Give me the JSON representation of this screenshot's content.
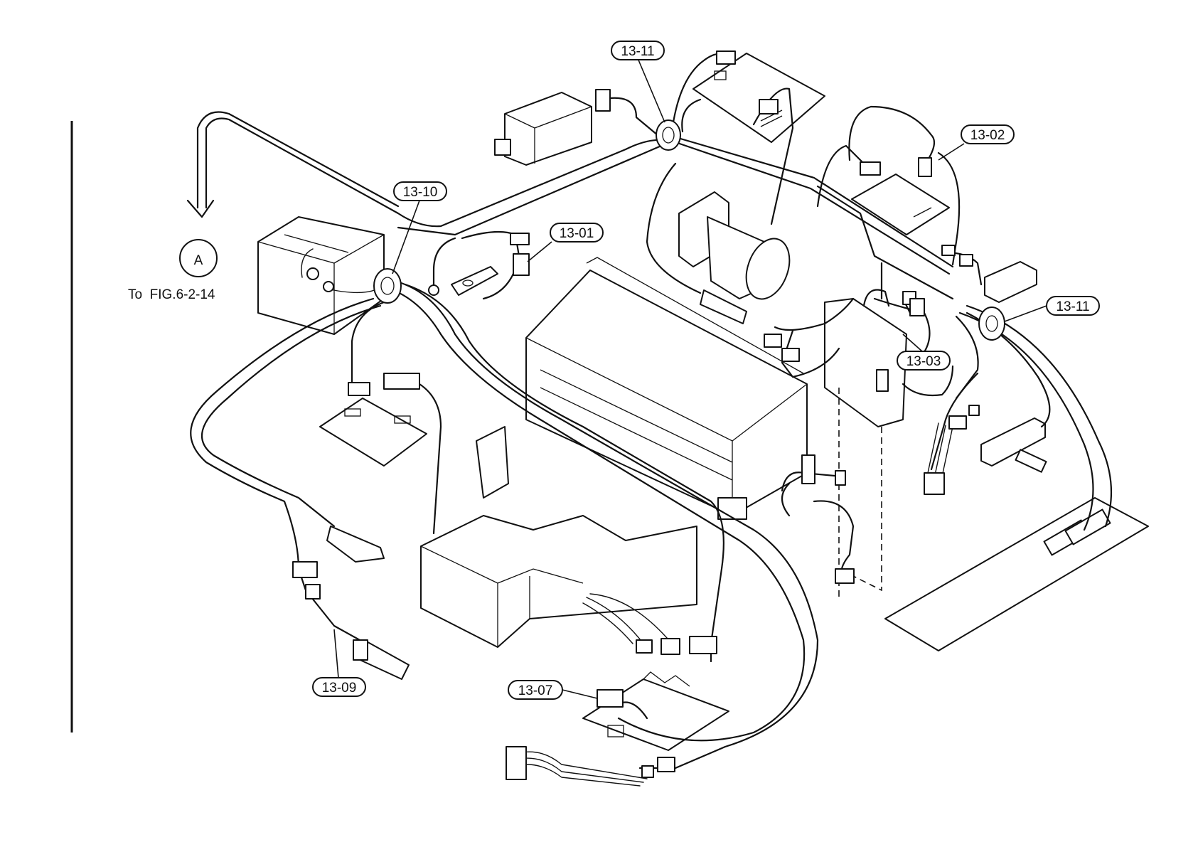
{
  "callouts": {
    "c1311_top": "13-11",
    "c1311_right": "13-11",
    "c1302": "13-02",
    "c1310": "13-10",
    "c1301": "13-01",
    "c1303": "13-03",
    "c1309": "13-09",
    "c1307": "13-07"
  },
  "reference": {
    "marker": "A",
    "text": "To  FIG.6-2-14"
  }
}
